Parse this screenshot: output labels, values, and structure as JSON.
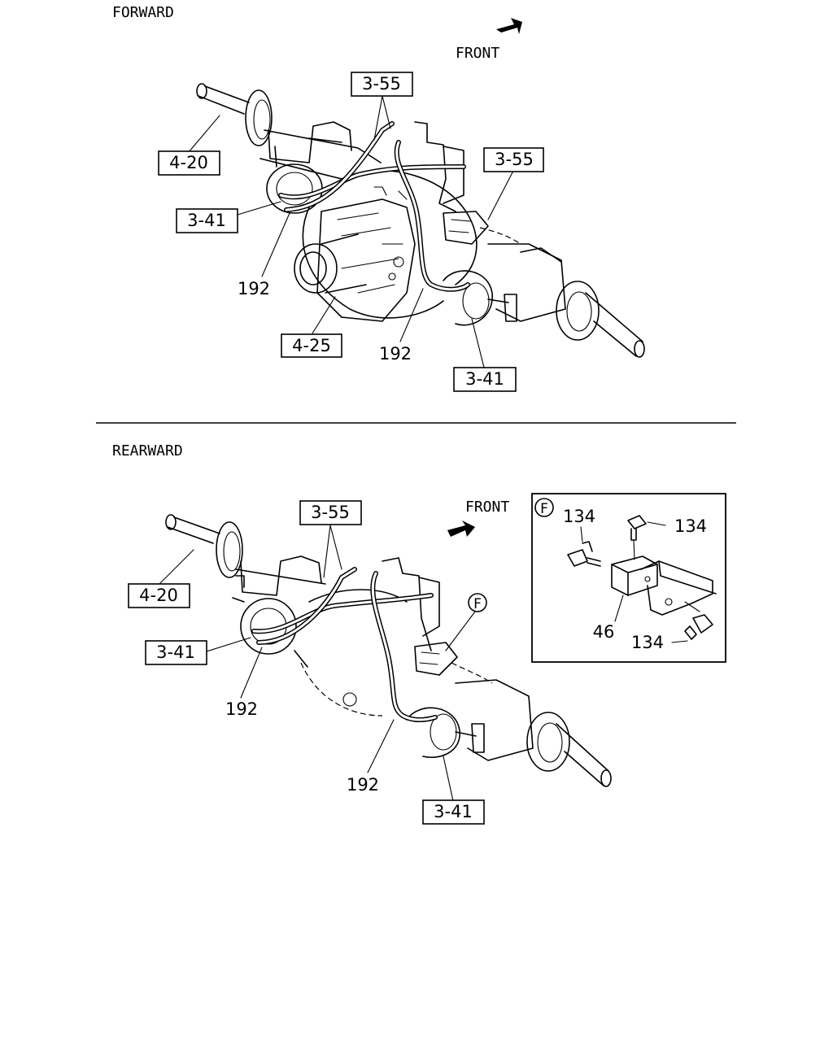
{
  "sections": {
    "forward": "FORWARD",
    "rearward": "REARWARD",
    "front": "FRONT"
  },
  "forward_callouts": {
    "ref_355_top": "3-55",
    "ref_355_right": "3-55",
    "ref_420": "4-20",
    "ref_341_left": "3-41",
    "ref_341_bottom": "3-41",
    "ref_425": "4-25",
    "part_192_left": "192",
    "part_192_right": "192"
  },
  "rearward_callouts": {
    "ref_355": "3-55",
    "ref_420": "4-20",
    "ref_341_left": "3-41",
    "ref_341_bottom": "3-41",
    "part_192_left": "192",
    "part_192_right": "192",
    "detail_marker": "F"
  },
  "detail_inset": {
    "marker": "F",
    "part_134_a": "134",
    "part_134_b": "134",
    "part_134_c": "134",
    "part_46": "46"
  }
}
